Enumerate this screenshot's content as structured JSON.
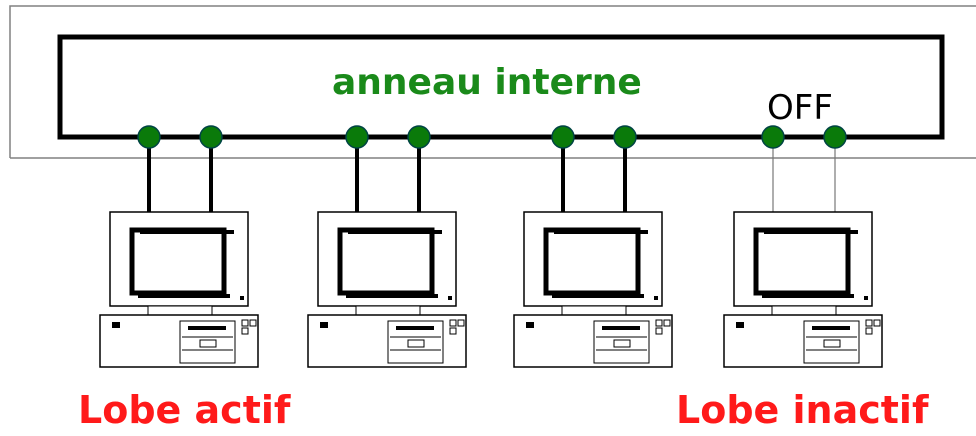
{
  "ring": {
    "title": "anneau interne",
    "title_color": "#1a8a1a"
  },
  "off_label": "OFF",
  "lobes": {
    "active_label": "Lobe actif",
    "inactive_label": "Lobe inactif",
    "label_color": "#ff1a1a"
  },
  "node_color": "#0a7a0a",
  "computers": [
    {
      "name": "computer-1",
      "state": "active"
    },
    {
      "name": "computer-2",
      "state": "active"
    },
    {
      "name": "computer-3",
      "state": "active"
    },
    {
      "name": "computer-4",
      "state": "inactive"
    }
  ]
}
